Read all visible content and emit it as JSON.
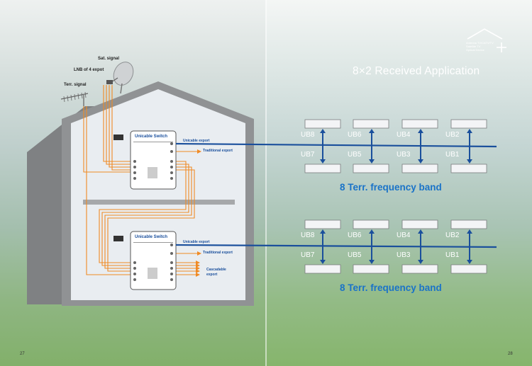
{
  "pages": {
    "left_number": "27",
    "right_number": "28"
  },
  "brand": {
    "line1": "Antenna TV/CATV/TV",
    "line2": "Satellite TV",
    "line3": "Optical Device"
  },
  "title": "8×2 Received Application",
  "left_labels": {
    "sat_signal": "Sat. signal",
    "lnb": "LNB of 4 expot",
    "terr_signal": "Terr. signal"
  },
  "switches": [
    {
      "title": "Unicable Switch",
      "unicable_export": "Unicable export",
      "traditional_export": "Traditional export"
    },
    {
      "title": "Unicable Switch",
      "unicable_export": "Unicable export",
      "traditional_export": "Traditional export",
      "cascadable_line1": "Cascadable",
      "cascadable_line2": "export"
    }
  ],
  "groups": [
    {
      "top_labels": [
        "UB8",
        "UB6",
        "UB4",
        "UB2"
      ],
      "bottom_labels": [
        "UB7",
        "UB5",
        "UB3",
        "UB1"
      ],
      "band": "8 Terr. frequency band"
    },
    {
      "top_labels": [
        "UB8",
        "UB6",
        "UB4",
        "UB2"
      ],
      "bottom_labels": [
        "UB7",
        "UB5",
        "UB3",
        "UB1"
      ],
      "band": "8 Terr. frequency band"
    }
  ],
  "colors": {
    "accent_blue": "#1a73c8",
    "line_blue": "#1a4f9c",
    "cable_orange": "#f08a24",
    "house_grey": "#8a8c8e"
  },
  "icons": {
    "logo": "house-plus-icon",
    "receiver": "set-top-box-icon",
    "dish": "satellite-dish-icon",
    "antenna": "yagi-antenna-icon"
  }
}
